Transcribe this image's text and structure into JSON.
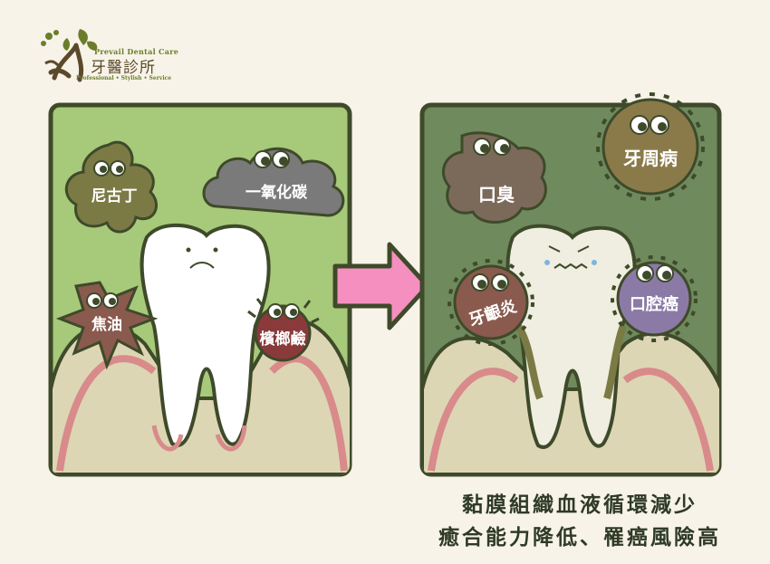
{
  "logo": {
    "name_en": "Prevail Dental Care",
    "name_zh": "牙醫診所",
    "tagline": "Professional • Stylish • Service"
  },
  "left_panel": {
    "labels": {
      "nicotine": "尼古丁",
      "carbon_monoxide": "一氧化碳",
      "tar": "焦油",
      "betel_alkaloid": "檳榔鹼"
    }
  },
  "right_panel": {
    "labels": {
      "bad_breath": "口臭",
      "periodontal": "牙周病",
      "gingivitis": "牙齦炎",
      "oral_cancer": "口腔癌"
    }
  },
  "caption": {
    "line1": "黏膜組織血液循環減少",
    "line2": "癒合能力降低、罹癌風險高"
  },
  "colors": {
    "left_bg": "#a7c97a",
    "right_bg": "#6f8a5d",
    "gum": "#dcd6b4",
    "gum_line": "#d98a8a",
    "arrow": "#f58fbf",
    "outline": "#3e4a2a"
  }
}
